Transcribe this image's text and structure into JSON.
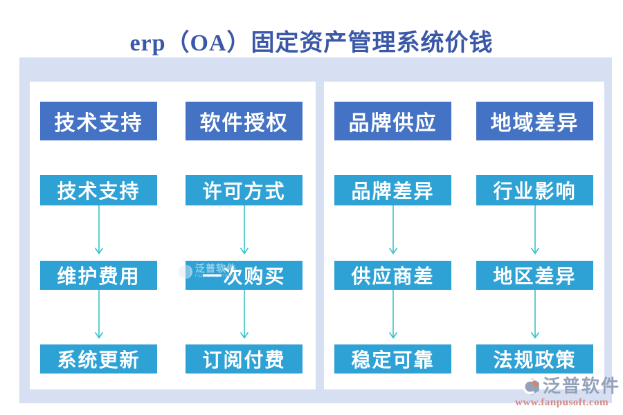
{
  "page": {
    "title": "erp（OA）固定资产管理系统价钱"
  },
  "panels": [
    {
      "columns": [
        {
          "header": "技术支持",
          "steps": [
            "技术支持",
            "维护费用",
            "系统更新"
          ]
        },
        {
          "header": "软件授权",
          "steps": [
            "许可方式",
            "一次购买",
            "订阅付费"
          ]
        }
      ]
    },
    {
      "columns": [
        {
          "header": "品牌供应",
          "steps": [
            "品牌差异",
            "供应商差",
            "稳定可靠"
          ]
        },
        {
          "header": "地域差异",
          "steps": [
            "行业影响",
            "地区差异",
            "法规政策"
          ]
        }
      ]
    }
  ],
  "watermark": {
    "brand": "泛普软件",
    "brand_en": "FANPU SOFTWARE"
  },
  "footer_logo": {
    "brand": "泛普软件",
    "website": "www.fanpusoft.com"
  },
  "colors": {
    "title_text": "#3A57A8",
    "category_box": "#4472C4",
    "step_box": "#2EA1D5",
    "arrow": "#38C3C9",
    "band_background": "#D7DFF2",
    "panel_background": "#FFFFFF",
    "box_text": "#FFFFFF",
    "logo_text": "#93A2B9",
    "logo_url_text": "#D98883",
    "logo_accent": "#E0805C"
  }
}
